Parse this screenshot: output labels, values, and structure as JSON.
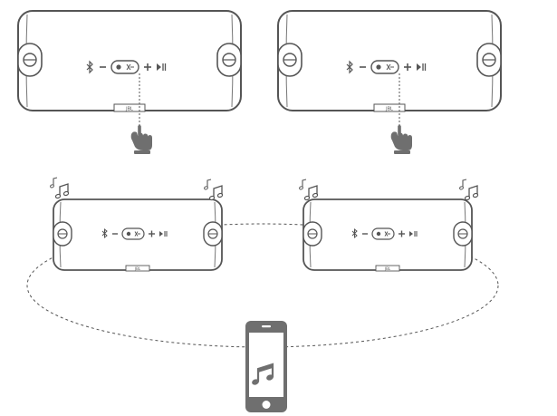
{
  "speakers": [
    {
      "role": "top-left speaker being pressed",
      "badge_text": "JBL"
    },
    {
      "role": "top-right speaker being pressed",
      "badge_text": "JBL"
    },
    {
      "role": "bottom-left speaker playing music",
      "badge_text": "JBL"
    },
    {
      "role": "bottom-right speaker playing music",
      "badge_text": "JBL"
    }
  ],
  "icons": {
    "bluetooth": "bluetooth-icon",
    "volume_down": "minus-icon",
    "connect": "connect-button-icon",
    "volume_up": "plus-icon",
    "play_pause": "play-pause-icon",
    "hand": "pointing-hand-icon",
    "music": "music-note-icon",
    "phone": "smartphone-icon"
  },
  "colors": {
    "line": "#555555",
    "hand": "#6f6f6f",
    "phone": "#6f6f6f",
    "bg": "#ffffff"
  }
}
